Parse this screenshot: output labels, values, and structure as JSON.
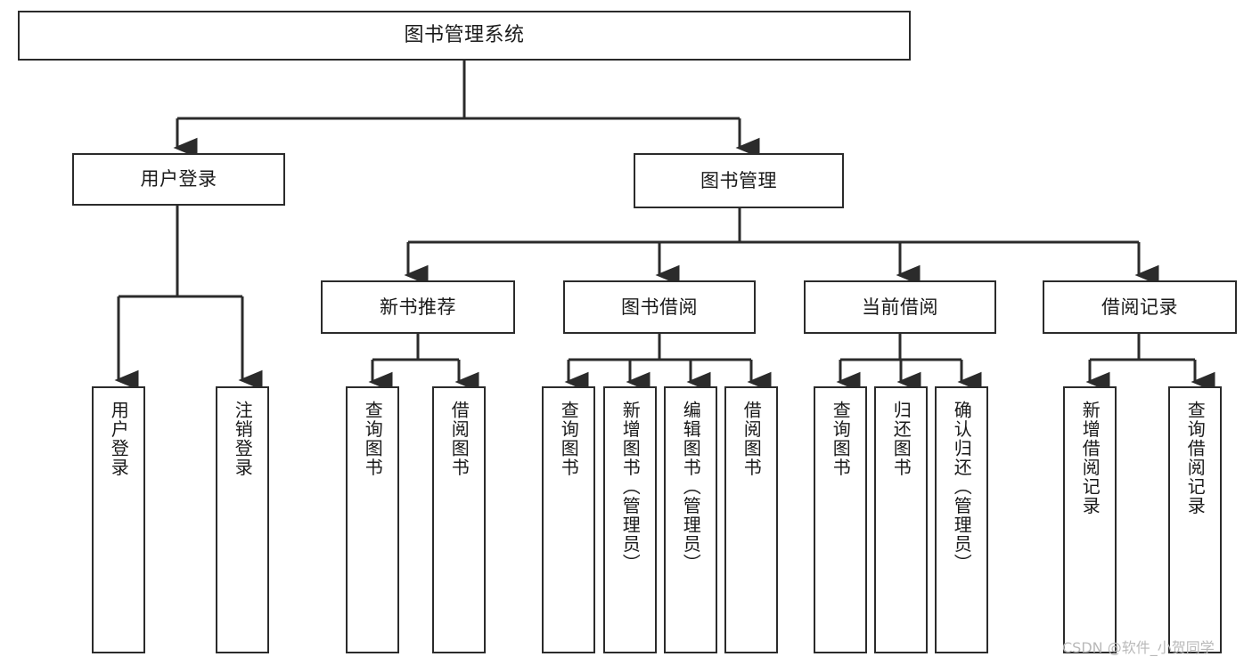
{
  "diagram": {
    "title": "图书管理系统",
    "type": "hierarchy-tree",
    "levels": 4,
    "line_color": "#2b2b2b",
    "box_fill": "#ffffff",
    "text_color": "#1a1a1a"
  },
  "nodes": {
    "root": {
      "label": "图书管理系统"
    },
    "level2": [
      {
        "label": "用户登录"
      },
      {
        "label": "图书管理"
      }
    ],
    "level3": [
      {
        "label": "新书推荐"
      },
      {
        "label": "图书借阅"
      },
      {
        "label": "当前借阅"
      },
      {
        "label": "借阅记录"
      }
    ],
    "leaves_user_login": [
      {
        "label": "用户登录"
      },
      {
        "label": "注销登录"
      }
    ],
    "leaves_new_book": [
      {
        "label": "查询图书"
      },
      {
        "label": "借阅图书"
      }
    ],
    "leaves_borrow": [
      {
        "label": "查询图书"
      },
      {
        "label": "新增图书（管理员）"
      },
      {
        "label": "编辑图书（管理员）"
      },
      {
        "label": "借阅图书"
      }
    ],
    "leaves_current": [
      {
        "label": "查询图书"
      },
      {
        "label": "归还图书"
      },
      {
        "label": "确认归还（管理员）"
      }
    ],
    "leaves_records": [
      {
        "label": "新增借阅记录"
      },
      {
        "label": "查询借阅记录"
      }
    ]
  },
  "watermark": {
    "text": "CSDN @软件_小贺同学"
  }
}
